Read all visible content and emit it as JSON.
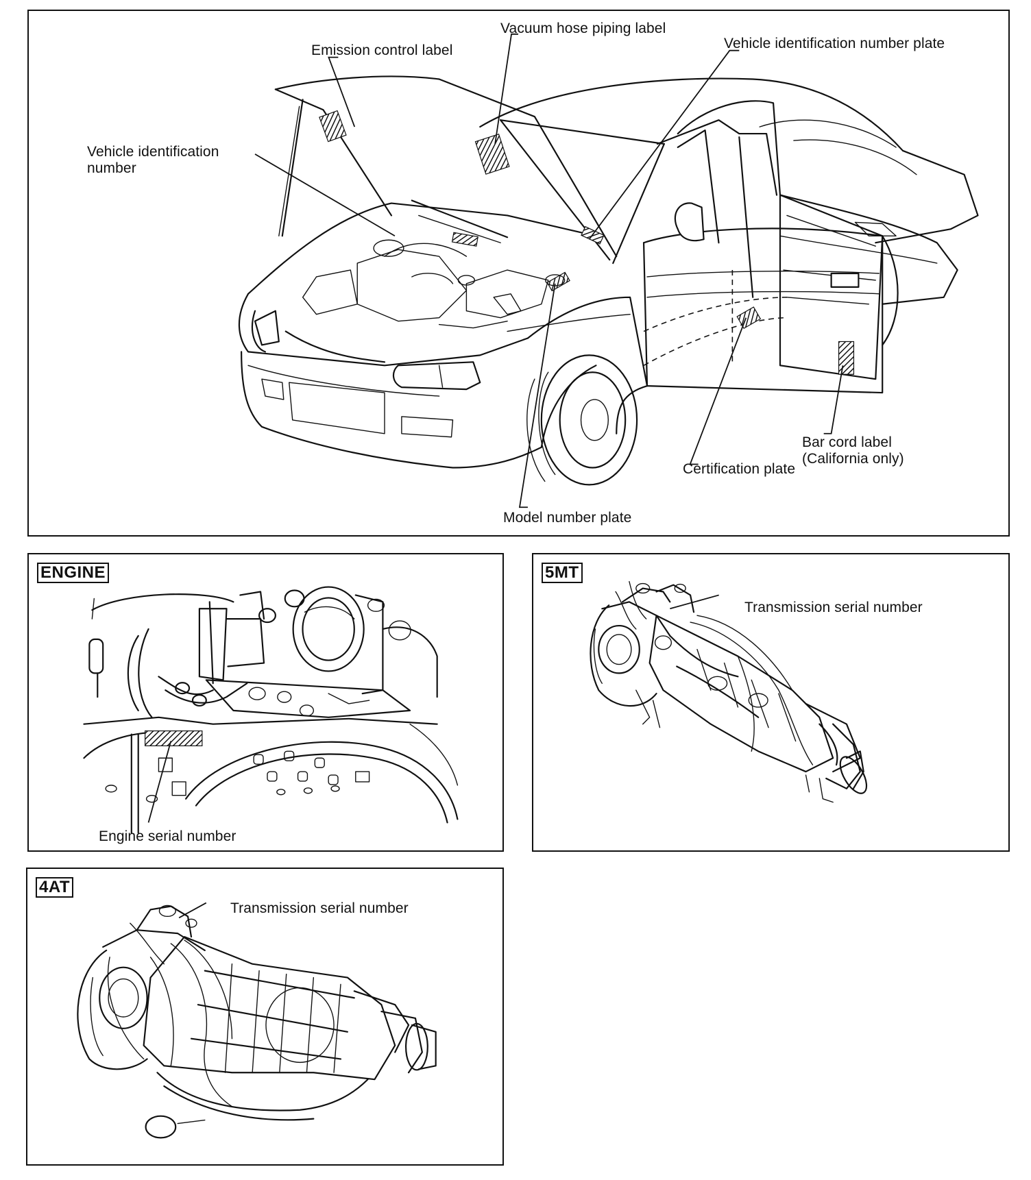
{
  "vehicle": {
    "labels": {
      "emission_control": "Emission control label",
      "vacuum_hose": "Vacuum hose piping label",
      "vin_plate": "Vehicle identification number plate",
      "vin_line1": "Vehicle identification",
      "vin_line2": "number",
      "bar_cord_line1": "Bar cord label",
      "bar_cord_line2": "(California only)",
      "certification": "Certification plate",
      "model_number": "Model number plate"
    }
  },
  "engine": {
    "tag": "ENGINE",
    "serial_label": "Engine serial number"
  },
  "mt": {
    "tag": "5MT",
    "serial_label": "Transmission serial number"
  },
  "at": {
    "tag": "4AT",
    "serial_label": "Transmission serial number"
  }
}
